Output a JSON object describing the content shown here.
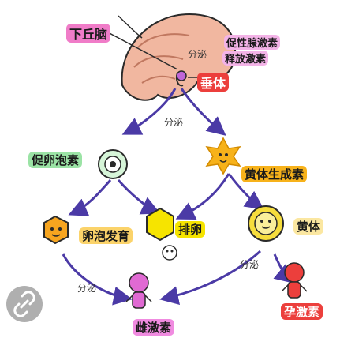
{
  "labels": {
    "hypothalamus": "下丘脑",
    "gnrh_line1": "促性腺激素",
    "gnrh_line2": "释放激素",
    "pituitary": "垂体",
    "secrete": "分泌",
    "fsh": "促卵泡素",
    "lh": "黄体生成素",
    "follicle": "卵泡发育",
    "ovulation": "排卵",
    "corpus_luteum": "黄体",
    "estrogen": "雌激素",
    "progesterone": "孕激素"
  },
  "colors": {
    "arrow": "#4b3aa6",
    "pink": "#f07cc8",
    "orange": "#f7b21a",
    "yellow": "#f6e400",
    "red": "#ec3f3c",
    "green": "#9be3a5",
    "magenta": "#e06ad3"
  },
  "icons": [
    "brain-icon",
    "egg-cell-icon",
    "star-cell-icon",
    "hexagon-cell-icon",
    "egg-icon",
    "sunflower-cell-icon",
    "figure-icon",
    "link-icon"
  ]
}
